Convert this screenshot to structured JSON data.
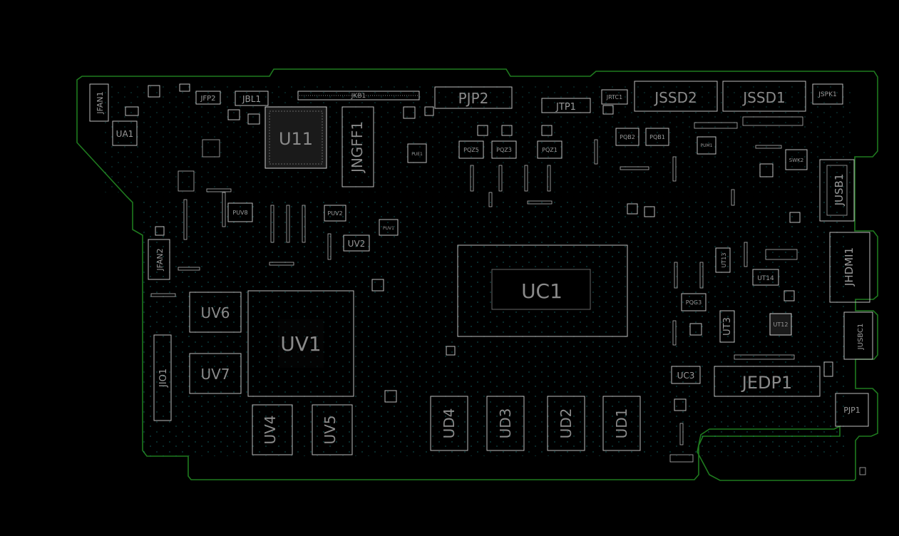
{
  "board": {
    "outline_color": "#1f7a1f",
    "background": "#000000",
    "silk_color": "#bdbdbd",
    "via_color": "#1aa3a3"
  },
  "components": {
    "JFAN1": "JFAN1",
    "UA1": "UA1",
    "JFP2": "JFP2",
    "JBL1": "JBL1",
    "U11": "U11",
    "JNGFF1": "JNGFF1",
    "JKB1": "JKB1",
    "PJP2": "PJP2",
    "JTP1": "JTP1",
    "JRTC1": "JRTC1",
    "JSSD2": "JSSD2",
    "JSSD1": "JSSD1",
    "JSPK1": "JSPK1",
    "PQZ5": "PQZ5",
    "PQZ3": "PQZ3",
    "PQZ1": "PQZ1",
    "PQB2": "PQB2",
    "PQB1": "PQB1",
    "PUV8": "PUV8",
    "PUV2": "PUV2",
    "UV2": "UV2",
    "JFAN2": "JFAN2",
    "UV6": "UV6",
    "UV7": "UV7",
    "UV1": "UV1",
    "UV4": "UV4",
    "UV5": "UV5",
    "JIO1": "JIO1",
    "UC1": "UC1",
    "UD4": "UD4",
    "UD3": "UD3",
    "UD2": "UD2",
    "UD1": "UD1",
    "JUSB1": "JUSB1",
    "JHDMI1": "JHDMI1",
    "JUSBC1": "JUSBC1",
    "UT3": "UT3",
    "UT13": "UT13",
    "UT14": "UT14",
    "UT12": "UT12",
    "UC3": "UC3",
    "JEDP1": "JEDP1",
    "PJP1": "PJP1",
    "PQG3": "PQG3",
    "SWK2": "SWK2",
    "PUV1": "PUV1",
    "PUE1": "PUE1",
    "PUM1": "PUM1"
  }
}
